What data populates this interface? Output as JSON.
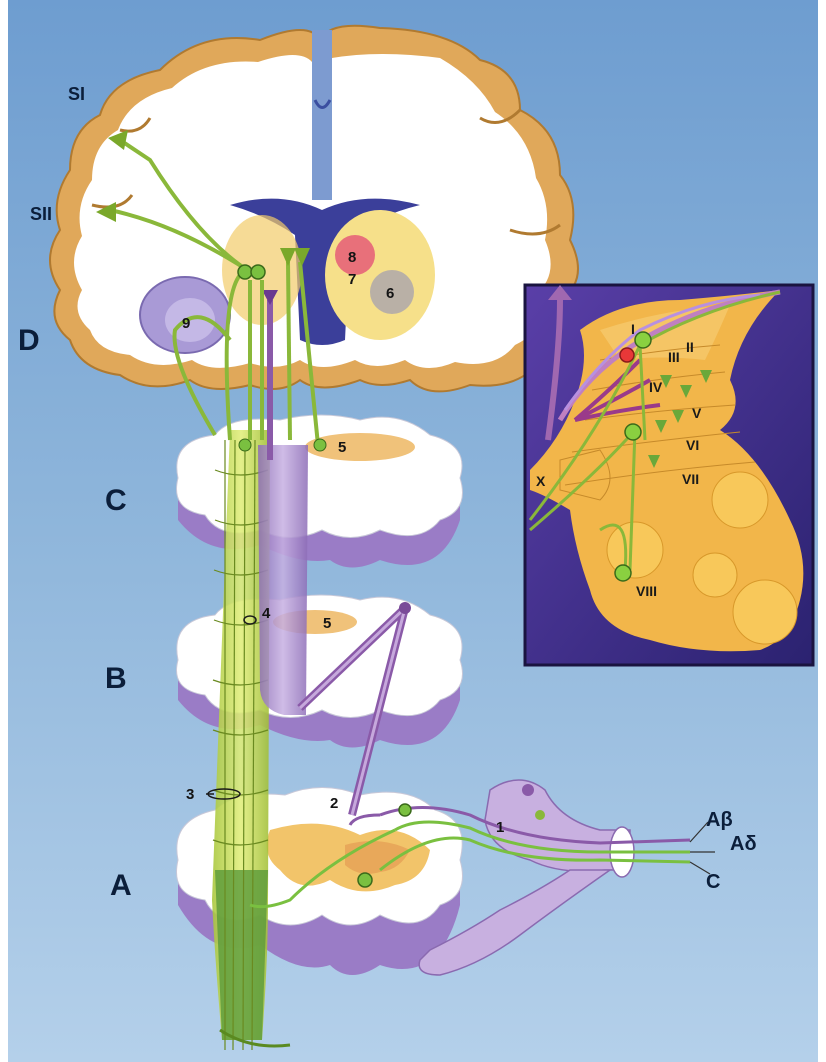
{
  "labels": {
    "level_D": "D",
    "level_C": "C",
    "level_B": "B",
    "level_A": "A",
    "cortex_S1": "SI",
    "cortex_S2": "SII",
    "n1": "1",
    "n2": "2",
    "n3": "3",
    "n4": "4",
    "n5_upper": "5",
    "n5_lower": "5",
    "n6": "6",
    "n7": "7",
    "n8": "8",
    "n9": "9"
  },
  "laminae": [
    "I",
    "II",
    "III",
    "IV",
    "V",
    "VI",
    "VII",
    "VIII",
    "X"
  ],
  "fibers": {
    "a_beta": "Aβ",
    "a_delta": "Aδ",
    "c": "C"
  },
  "colors": {
    "background": "#8fb6db",
    "cortex_gray": "#e0a85a",
    "white_matter": "#ffffff",
    "spinal_tract_green": "#c9e04a",
    "lemniscal_purple": "#a88ac8",
    "inset_bg": "#3d2d84",
    "dorsal_horn": "#f2b64a"
  }
}
